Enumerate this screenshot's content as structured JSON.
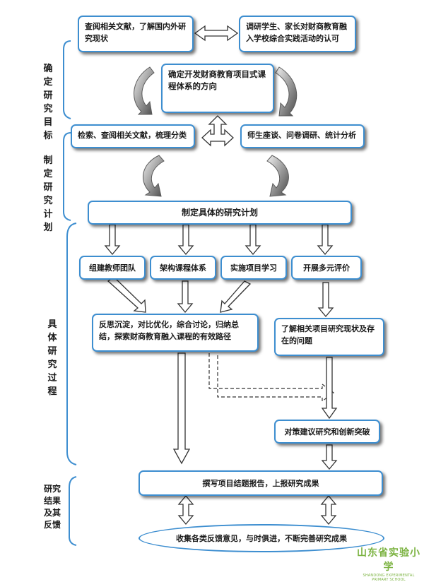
{
  "stages": {
    "s1": "确定研究目标",
    "s2": "制定研究计划",
    "s3": "具体研究过程",
    "s4": "研究结果及其反馈"
  },
  "boxes": {
    "lit_review": "查阅相关文献，了解国内外研究现状",
    "survey": "调研学生、家长对财商教育融入学校综合实践活动的认可",
    "direction": "确定开发财商教育项目式课程体系的方向",
    "search": "检索、查阅相关文献，梳理分类",
    "interview": "师生座谈、问卷调研、统计分析",
    "plan": "制定具体的研究计划",
    "team": "组建教师团队",
    "curriculum": "架构课程体系",
    "project": "实施项目学习",
    "evaluation": "开展多元评价",
    "reflect": "反思沉淀，对比优化，综合讨论，归纳总结，探索财商教育融入课程的有效路径",
    "understand": "了解相关项目研究现状及存在的问题",
    "countermeasure": "对策建议研究和创新突破",
    "report": "撰写项目结题报告，上报研究成果",
    "feedback": "收集各类反馈意见，与时俱进，不断完善研究成果"
  },
  "logo": {
    "cn": "山东省实验小学",
    "en": "SHANDONG EXPERIMENTAL PRIMARY SCHOOL"
  },
  "colors": {
    "border": "#3d8ed0",
    "arrow_fill": "#ffffff",
    "arrow_stroke": "#333333",
    "curve_arrow": "#5a5a5a",
    "logo": "#7cb342"
  }
}
